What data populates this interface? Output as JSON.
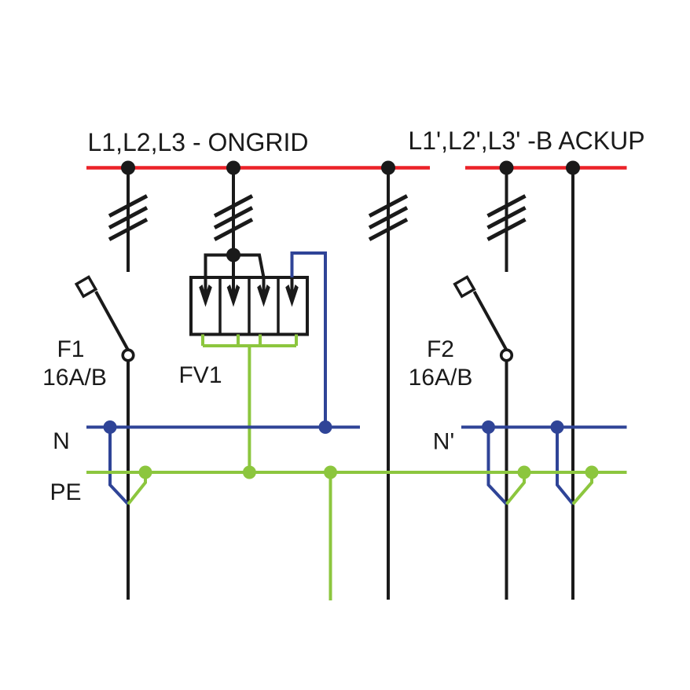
{
  "diagram": {
    "type": "electrical-single-line-schematic",
    "buses": {
      "ongrid_label": "L1,L2,L3 - ONGRID",
      "backup_label": "L1',L2',L3' -B ACKUP",
      "neutral_label": "N",
      "neutral_backup_label": "N'",
      "earth_label": "PE"
    },
    "components": {
      "breaker_left_name": "F1",
      "breaker_left_rating": "16A/B",
      "surge_protector_name": "FV1",
      "breaker_right_name": "F2",
      "breaker_right_rating": "16A/B"
    },
    "colors": {
      "phase_bus_red": "#eb2228",
      "neutral_blue": "#2f4497",
      "earth_green": "#8cc63e",
      "wire_black": "#1a1a1a",
      "background": "#ffffff"
    }
  }
}
